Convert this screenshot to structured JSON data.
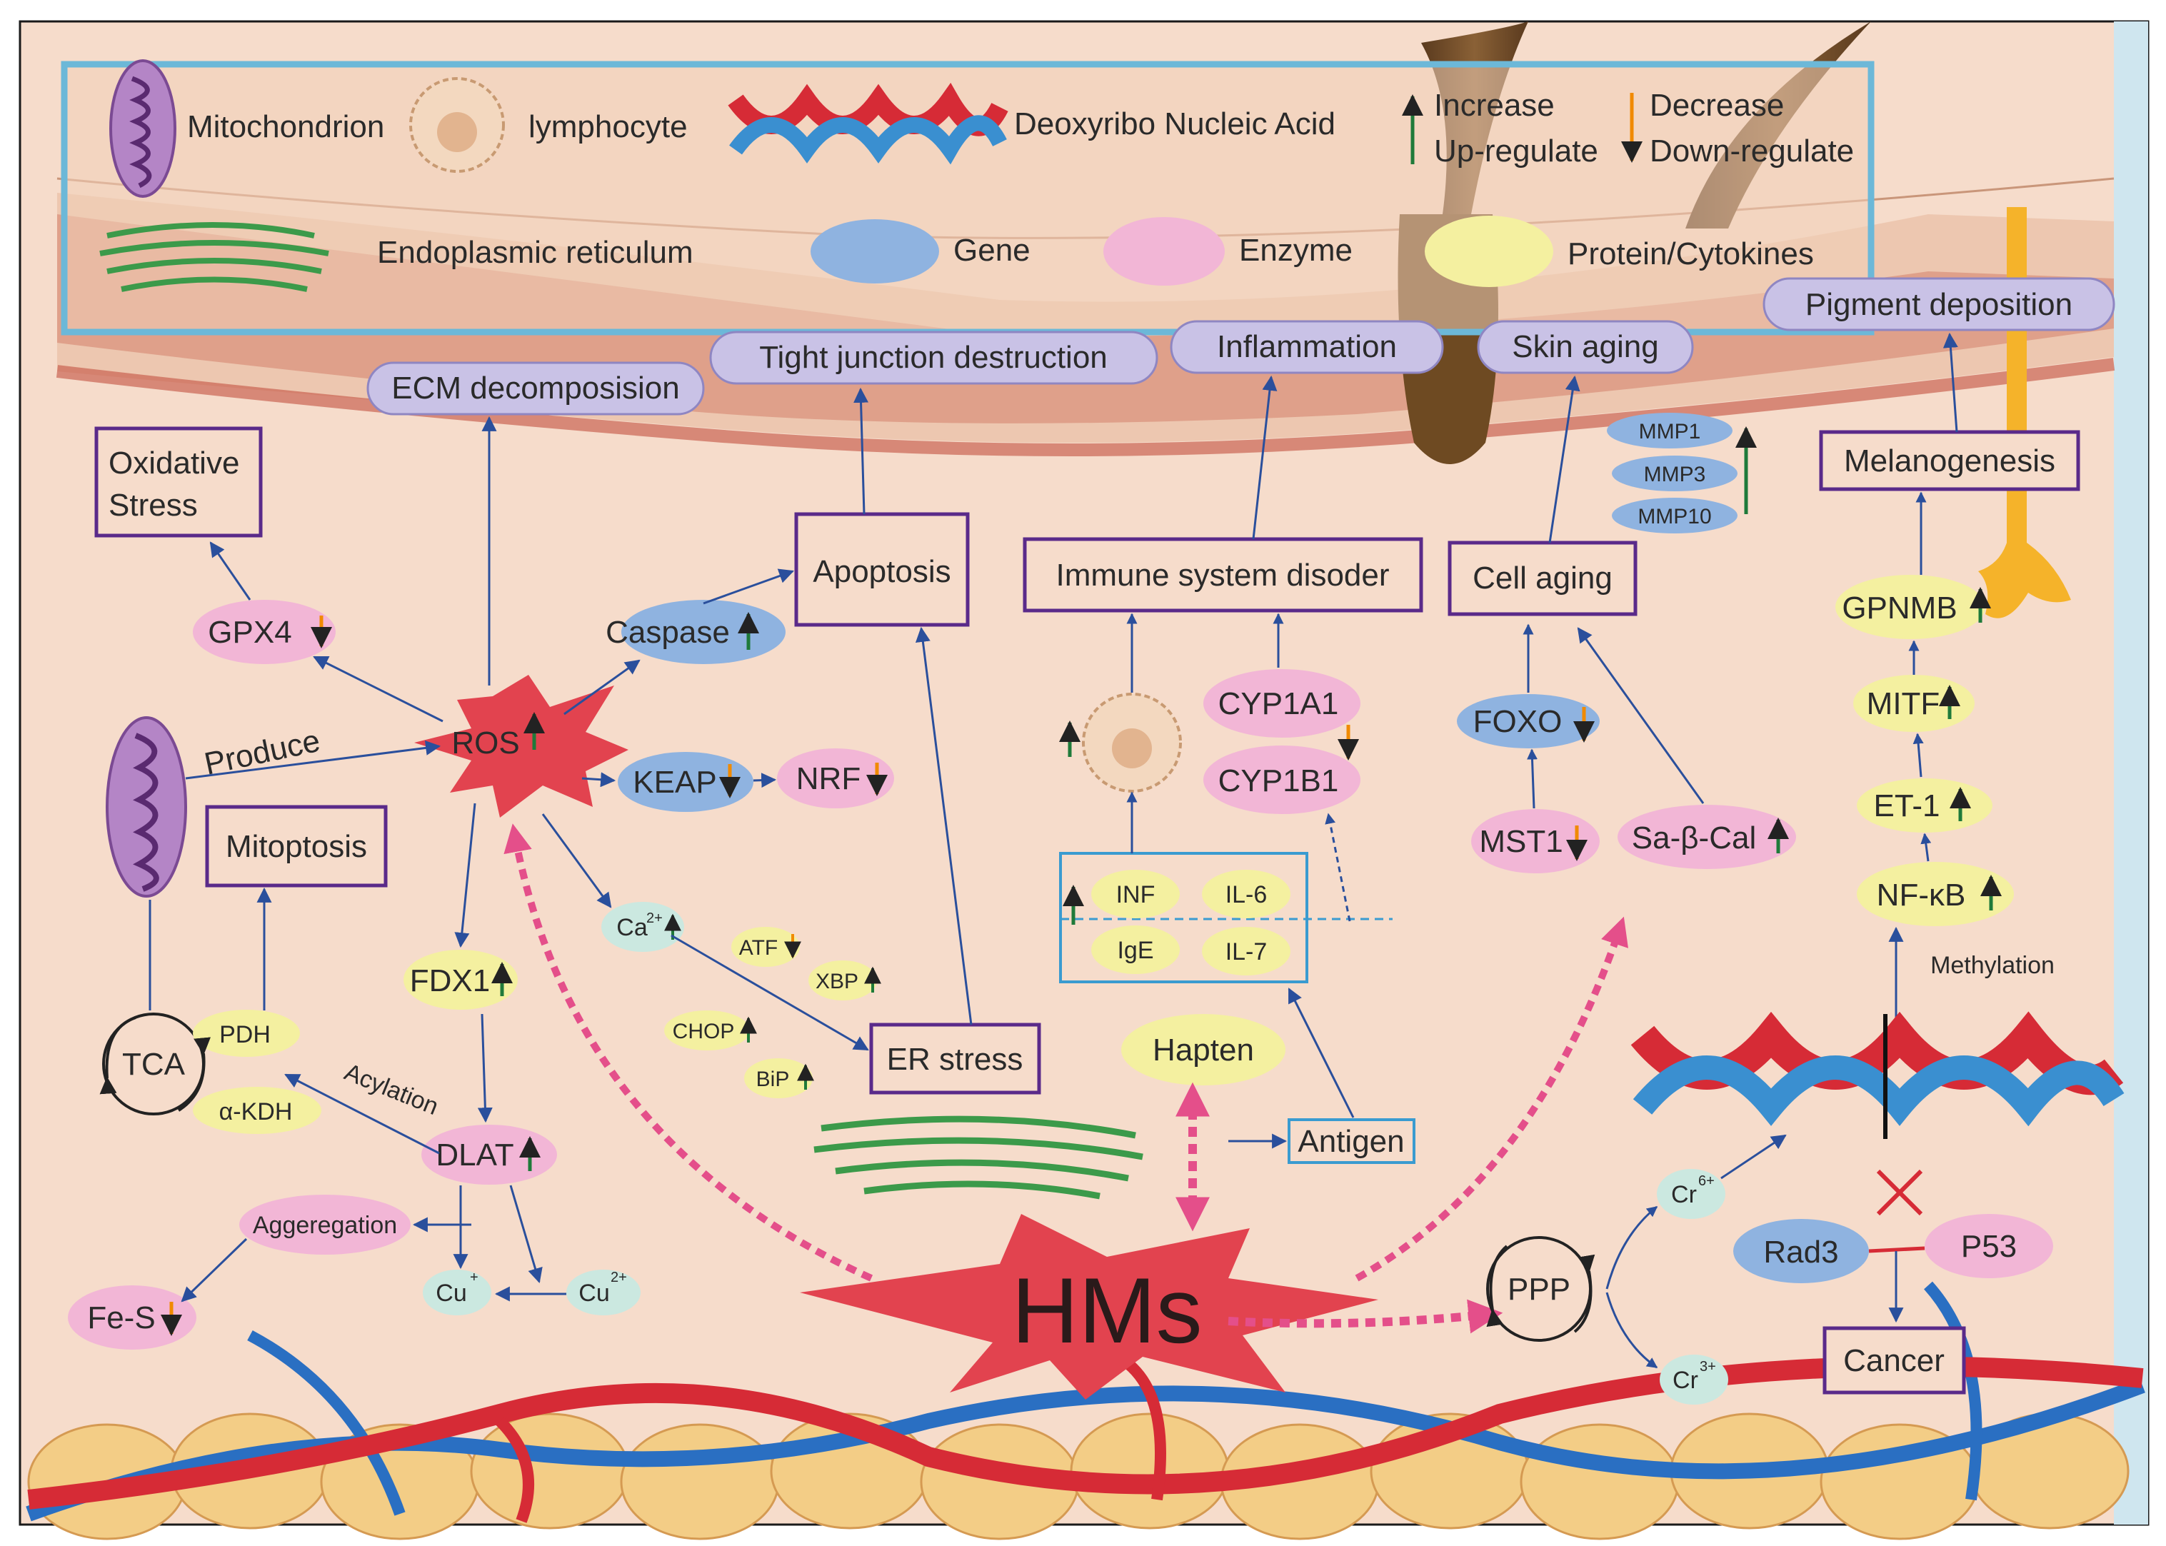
{
  "legend": {
    "mitochondrion": "Mitochondrion",
    "lymphocyte": "lymphocyte",
    "dna": "Deoxyribo Nucleic Acid",
    "increase": "Increase",
    "up_regulate": "Up-regulate",
    "decrease": "Decrease",
    "down_regulate": "Down-regulate",
    "er": "Endoplasmic reticulum",
    "gene": "Gene",
    "enzyme": "Enzyme",
    "protein": "Protein/Cytokines"
  },
  "outcomes": {
    "ecm": "ECM decomposision",
    "tight_junction": "Tight junction destruction",
    "inflammation": "Inflammation",
    "skin_aging": "Skin aging",
    "pigment": "Pigment deposition"
  },
  "processes": {
    "oxidative_1": "Oxidative",
    "oxidative_2": "Stress",
    "apoptosis": "Apoptosis",
    "immune": "Immune system disoder",
    "cell_aging": "Cell aging",
    "melanogenesis": "Melanogenesis",
    "mitoptosis": "Mitoptosis",
    "er_stress": "ER stress",
    "cancer": "Cancer"
  },
  "molecules": {
    "gpx4": "GPX4",
    "caspase": "Caspase",
    "ros": "ROS",
    "keap": "KEAP",
    "nrf": "NRF",
    "produce": "Produce",
    "fdx1": "FDX1",
    "ca_base": "Ca",
    "ca_sup": "2+",
    "atf": "ATF",
    "xbp": "XBP",
    "chop": "CHOP",
    "bip": "BiP",
    "tca": "TCA",
    "pdh": "PDH",
    "akdh": "α-KDH",
    "acylation": "Acylation",
    "dlat": "DLAT",
    "aggregation": "Aggeregation",
    "fes": "Fe-S",
    "cu_base": "Cu",
    "cu1_sup": "+",
    "cu2_sup": "2+",
    "cyp1a1": "CYP1A1",
    "cyp1b1": "CYP1B1",
    "inf": "INF",
    "il6": "IL-6",
    "ige": "IgE",
    "il7": "IL-7",
    "hapten": "Hapten",
    "antigen": "Antigen",
    "hms": "HMs",
    "mmp1": "MMP1",
    "mmp3": "MMP3",
    "mmp10": "MMP10",
    "foxo": "FOXO",
    "mst1": "MST1",
    "sabcal": "Sa-β-Cal",
    "gpnmb": "GPNMB",
    "mitf": "MITF",
    "et1": "ET-1",
    "nfkb": "NF-κB",
    "methylation": "Methylation",
    "ppp": "PPP",
    "cr_base": "Cr",
    "cr6_sup": "6+",
    "cr3_sup": "3+",
    "rad3": "Rad3",
    "p53": "P53"
  },
  "colors": {
    "up_arrow": "#1f7a3a",
    "down_arrow": "#f08a00",
    "link": "#2a4f9c",
    "gene_fill": "#8fb3e0",
    "enzyme_fill": "#f2b6d6",
    "protein_fill": "#f4f0a0",
    "outcome_fill": "#c9c2e6",
    "process_border": "#5a2a8a",
    "ros_fill": "#e2434f",
    "skin_bg": "#f6dccb",
    "legend_border": "#6cb8d8"
  }
}
